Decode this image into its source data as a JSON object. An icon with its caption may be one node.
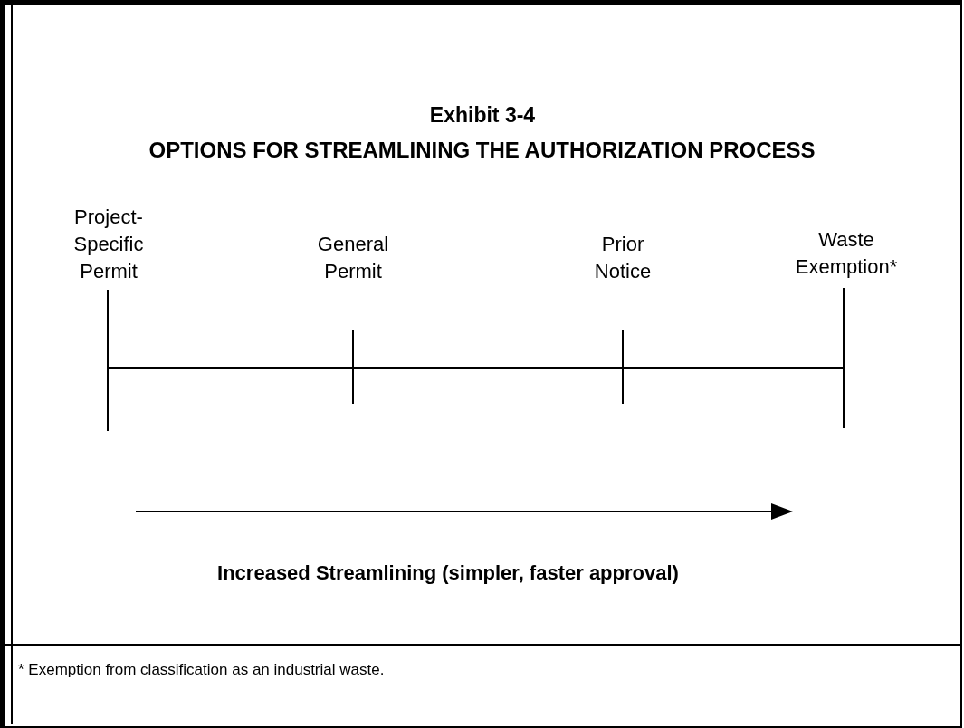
{
  "diagram": {
    "title": "OPTIONS FOR STREAMLINING THE AUTHORIZATION PROCESS",
    "labels": [
      "Exhibit 3-4",
      "Project-Specific Permit",
      "General Permit",
      "Prior Notice",
      "Waste Exemption*",
      "Increased Streamlining (simpler, faster approval)"
    ],
    "caption": "* Exemption from classification as an industrial waste."
  }
}
